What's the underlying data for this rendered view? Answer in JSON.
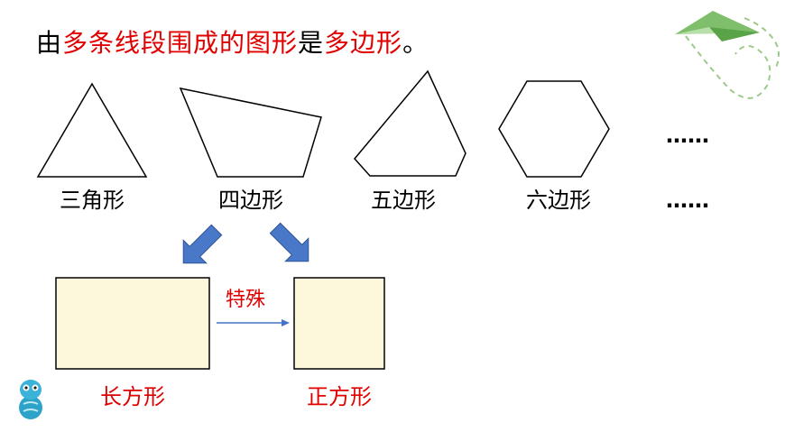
{
  "title": {
    "part1": "由",
    "part2": "多条线段围成的图形",
    "part3": "是",
    "part4": "多边形",
    "part5": "。"
  },
  "shapes": [
    {
      "label": "三角形"
    },
    {
      "label": "四边形"
    },
    {
      "label": "五边形"
    },
    {
      "label": "六边形"
    }
  ],
  "ellipsis_top": "……",
  "ellipsis_bottom": "……",
  "special": {
    "rectangle_label": "长方形",
    "square_label": "正方形",
    "arrow_label": "特殊"
  },
  "colors": {
    "red": "#e00000",
    "rect_fill": "#fdf8dc",
    "arrow_blue": "#4472c4"
  },
  "icons": [
    "paper-plane-icon",
    "cartoon-mascot-icon"
  ]
}
